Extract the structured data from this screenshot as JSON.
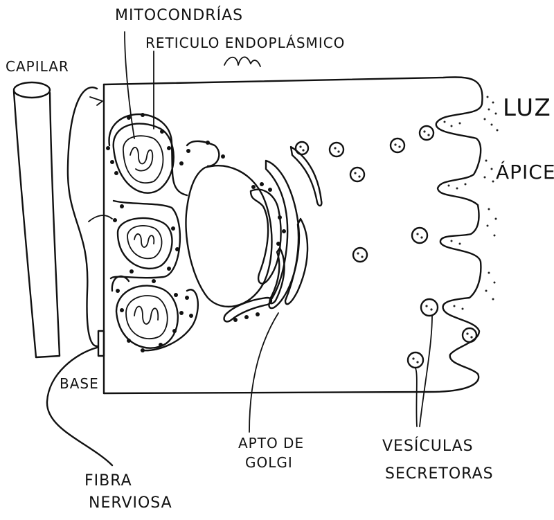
{
  "labels": {
    "mitocondrias": "MITOCONDRÍAS",
    "reticulo": "RETICULO ENDOPLÁSMICO",
    "capilar": "CAPILAR",
    "luz": "LUZ",
    "apice": "ÁPICE",
    "base": "BASE",
    "golgi_line1": "APTO DE",
    "golgi_line2": "GOLGI",
    "vesiculas_line1": "VESÍCULAS",
    "vesiculas_line2": "SECRETORAS",
    "fibra_line1": "FIBRA",
    "fibra_line2": "NERVIOSA"
  }
}
